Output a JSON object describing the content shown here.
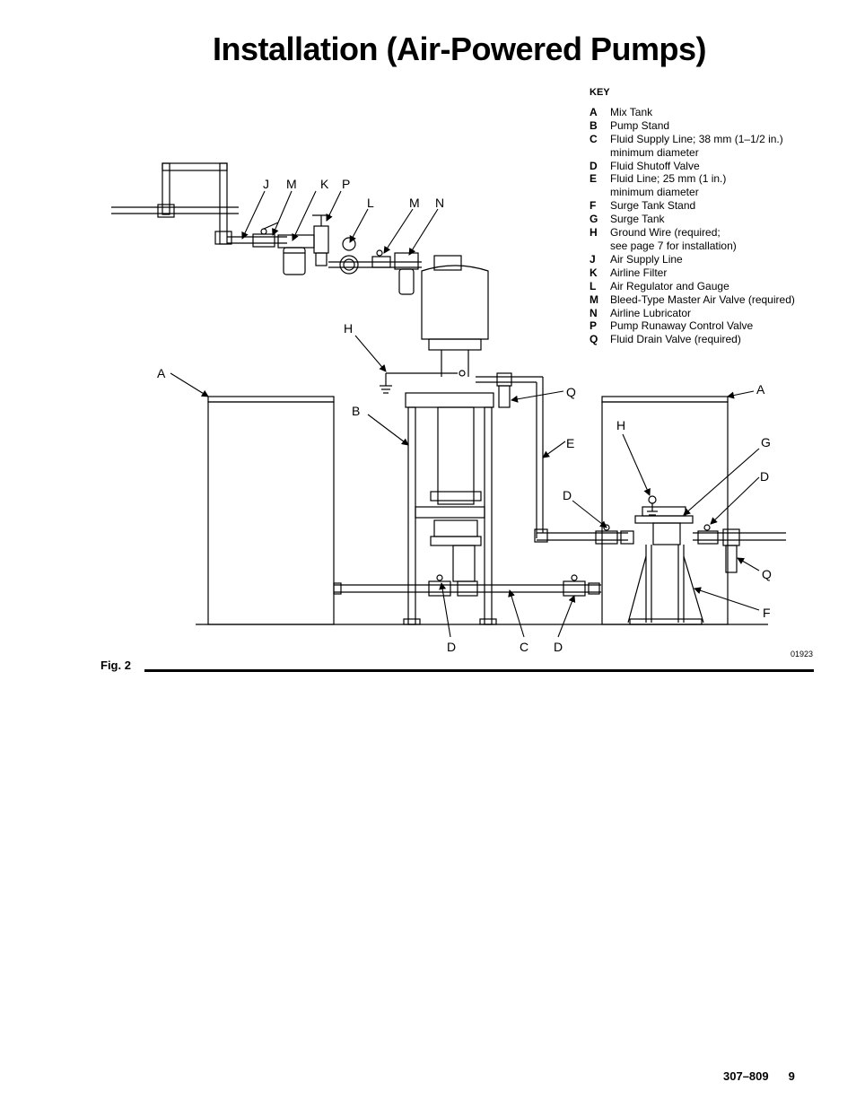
{
  "page": {
    "title": "Installation (Air-Powered Pumps)",
    "figure_label": "Fig. 2",
    "drawing_number": "01923",
    "doc_number": "307–809",
    "page_number": "9"
  },
  "key": {
    "title": "KEY",
    "items": [
      {
        "letter": "A",
        "text": "Mix Tank"
      },
      {
        "letter": "B",
        "text": "Pump Stand"
      },
      {
        "letter": "C",
        "text": "Fluid Supply Line; 38 mm (1–1/2 in.)",
        "text2": "minimum diameter"
      },
      {
        "letter": "D",
        "text": "Fluid Shutoff Valve"
      },
      {
        "letter": "E",
        "text": "Fluid Line; 25 mm (1 in.)",
        "text2": "minimum diameter"
      },
      {
        "letter": "F",
        "text": "Surge Tank Stand"
      },
      {
        "letter": "G",
        "text": "Surge Tank"
      },
      {
        "letter": "H",
        "text": "Ground Wire (required;",
        "text2": "see page 7 for installation)"
      },
      {
        "letter": "J",
        "text": "Air Supply Line"
      },
      {
        "letter": "K",
        "text": "Airline Filter"
      },
      {
        "letter": "L",
        "text": "Air Regulator and Gauge"
      },
      {
        "letter": "M",
        "text": "Bleed-Type Master Air Valve (required)"
      },
      {
        "letter": "N",
        "text": "Airline Lubricator"
      },
      {
        "letter": "P",
        "text": "Pump Runaway Control Valve"
      },
      {
        "letter": "Q",
        "text": "Fluid Drain Valve (required)"
      }
    ]
  },
  "callouts": {
    "j": "J",
    "m1": "M",
    "k": "K",
    "p": "P",
    "l": "L",
    "m2": "M",
    "n": "N",
    "h1": "H",
    "a1": "A",
    "b": "B",
    "q1": "Q",
    "e": "E",
    "a2": "A",
    "h2": "H",
    "g": "G",
    "d1": "D",
    "d2": "D",
    "q2": "Q",
    "f": "F",
    "d3": "D",
    "c": "C",
    "d4": "D"
  }
}
